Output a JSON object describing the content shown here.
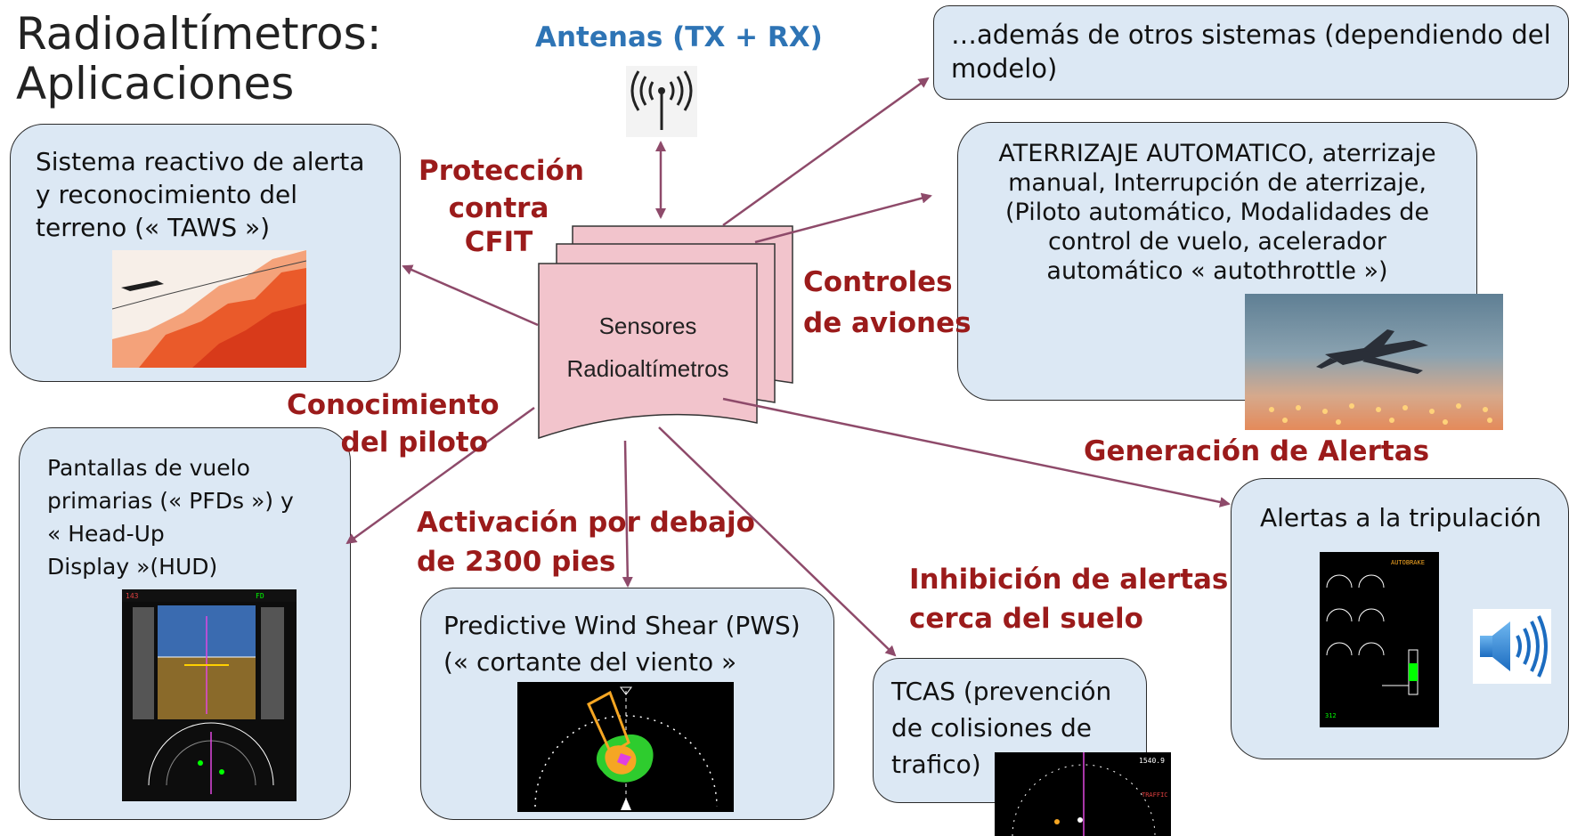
{
  "title": {
    "line1": "Radioaltímetros:",
    "line2": "Aplicaciones"
  },
  "antenna": {
    "label": "Antenas (TX + RX)",
    "icon": "antenna-icon"
  },
  "center": {
    "line1": "Sensores",
    "line2": "Radioaltímetros"
  },
  "labels": {
    "cfit": [
      "Protección",
      "contra CFIT"
    ],
    "controles": [
      "Controles",
      "de aviones"
    ],
    "conocimiento": [
      "Conocimiento",
      "del piloto"
    ],
    "activacion": [
      "Activación por debajo",
      "de  2300 pies"
    ],
    "inhibicion": [
      "Inhibición de alertas",
      "cerca del suelo"
    ],
    "generacion": "Generación de Alertas"
  },
  "boxes": {
    "otros": "…además de otros sistemas (dependiendo del modelo)",
    "aterrizaje": [
      "ATERRIZAJE AUTOMATICO, aterrizaje",
      "manual, Interrupción de aterrizaje,",
      "(Piloto automático, Modalidades de",
      "control de vuelo, acelerador",
      "automático « autothrottle »)"
    ],
    "taws": [
      "Sistema reactivo de alerta",
      "y reconocimiento del",
      "terreno (« TAWS »)"
    ],
    "pfd": [
      "Pantallas de vuelo",
      "primarias (« PFDs ») y",
      "« Head-Up",
      "Display »(HUD)"
    ],
    "pws": [
      "Predictive Wind Shear (PWS)",
      "(« cortante del viento »"
    ],
    "tcas": [
      "TCAS (prevención",
      "de colisiones de",
      "trafico)"
    ],
    "alertas": "Alertas a la tripulación"
  },
  "colors": {
    "box_fill": "#dce8f4",
    "arrow": "#8e4a6a",
    "label_red": "#9b1b1b",
    "label_blue": "#2e74b5",
    "sensor_fill": "#f2c4cc"
  },
  "icons": {
    "speaker": "speaker-icon"
  }
}
